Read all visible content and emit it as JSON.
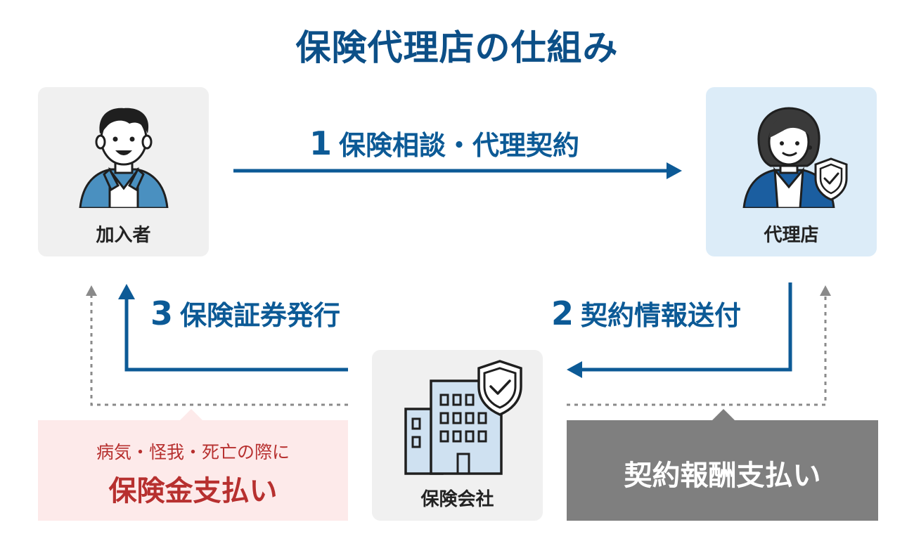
{
  "title": "保険代理店の仕組み",
  "nodes": {
    "subscriber": {
      "label": "加入者"
    },
    "agency": {
      "label": "代理店"
    },
    "insurer": {
      "label": "保険会社"
    }
  },
  "flows": [
    {
      "number": "1",
      "label": "保険相談・代理契約"
    },
    {
      "number": "2",
      "label": "契約情報送付"
    },
    {
      "number": "3",
      "label": "保険証券発行"
    }
  ],
  "callouts": {
    "left": {
      "sub": "病気・怪我・死亡の際に",
      "main": "保険金支払い"
    },
    "right": {
      "main": "契約報酬支払い"
    }
  },
  "colors": {
    "title": "#0c4f87",
    "arrow": "#0c5a96",
    "dotted": "#8a8a8a",
    "payout_text": "#b7302f",
    "payout_bg": "#fdeaea",
    "commission_bg": "#7f7f7f",
    "agency_bg": "#dcecf8",
    "card_bg": "#f0f0f0"
  }
}
